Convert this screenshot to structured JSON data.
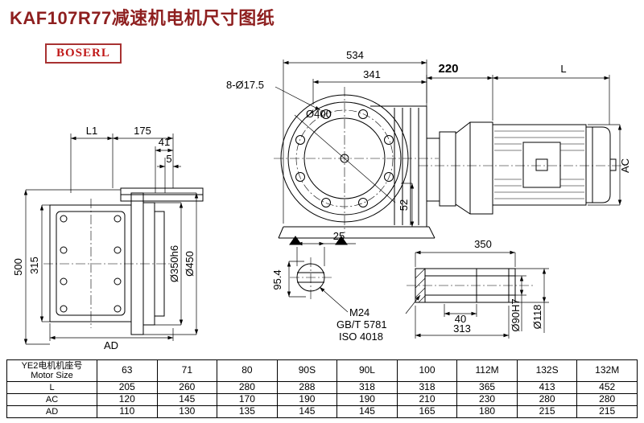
{
  "title": "KAF107R77减速机电机尺寸图纸",
  "logo": "BOSERL",
  "labels": {
    "left": {
      "L1": "L1",
      "d175": "175",
      "d41": "41",
      "d5": "5",
      "d500": "500",
      "d315": "315",
      "AD": "AD",
      "d350h6": "Ø350h6",
      "d450": "Ø450"
    },
    "front": {
      "d534": "534",
      "d341": "341",
      "bolt_holes": "8-Ø17.5",
      "d400": "Ø400",
      "d52": "52",
      "d25": "25",
      "d95_4": "95.4",
      "thread": "M24",
      "std1": "GB/T 5781",
      "std2": "ISO 4018"
    },
    "side": {
      "d220": "220",
      "L": "L",
      "AC": "AC",
      "d350": "350",
      "d40": "40",
      "d313": "313",
      "d90": "Ø90H7",
      "d118": "Ø118"
    }
  },
  "table": {
    "header": {
      "label_cn": "YE2电机机座号",
      "label_en": "Motor Size",
      "sizes": [
        "63",
        "71",
        "80",
        "90S",
        "90L",
        "100",
        "112M",
        "132S",
        "132M"
      ]
    },
    "rows": [
      {
        "label": "L",
        "values": [
          "205",
          "260",
          "280",
          "288",
          "318",
          "318",
          "365",
          "413",
          "452"
        ]
      },
      {
        "label": "AC",
        "values": [
          "120",
          "145",
          "170",
          "190",
          "190",
          "210",
          "230",
          "280",
          "280"
        ]
      },
      {
        "label": "AD",
        "values": [
          "110",
          "130",
          "135",
          "145",
          "145",
          "165",
          "180",
          "215",
          "215"
        ]
      }
    ]
  }
}
